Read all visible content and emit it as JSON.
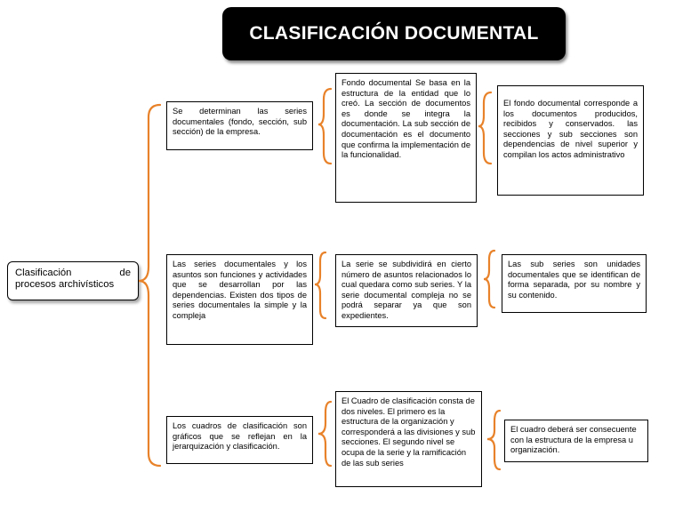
{
  "title": "CLASIFICACIÓN DOCUMENTAL",
  "root": {
    "line1": "Clasificación de",
    "line2": "procesos archivísticos"
  },
  "rows": [
    {
      "level1": "Se determinan las series documentales (fondo, sección, sub sección) de la empresa.",
      "level2": "Fondo documental Se basa en la estructura de la entidad que lo creó. La sección de documentos es donde se integra la documentación. La sub sección de documentación es el documento que confirma la implementación de la funcionalidad.",
      "level3": "El fondo documental corresponde a los documentos producidos, recibidos y conservados. las secciones y sub secciones son dependencias de nivel superior y compilan los actos administrativo"
    },
    {
      "level1": "Las series documentales y los asuntos son funciones y actividades que se desarrollan por las dependencias. Existen dos tipos de series documentales la simple y la compleja",
      "level2": "La serie se  subdividirá en cierto número de asuntos relacionados lo cual quedara como sub series. Y la serie documental compleja no se podrá separar ya que son expedientes.",
      "level3": "Las sub series son unidades documentales que se identifican de forma separada, por su nombre y su contenido."
    },
    {
      "level1": "Los cuadros de clasificación son gráficos que se reflejan en la jerarquización y clasificación.",
      "level2": "El Cuadro de clasificación consta de dos niveles. El primero es la estructura de la organización y corresponderá a las divisiones y sub secciones. El segundo nivel se ocupa de la serie  y la ramificación de las sub series",
      "level3": "El cuadro deberá ser consecuente con la estructura de la empresa u organización."
    }
  ],
  "colors": {
    "brace": "#E8822A",
    "title_bg": "#000000",
    "title_text": "#FFFFFF"
  }
}
